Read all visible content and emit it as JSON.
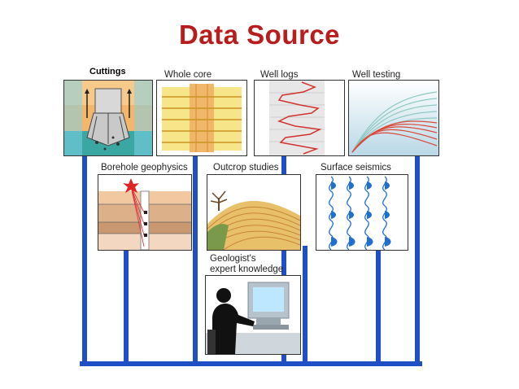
{
  "title": "Data Source",
  "colors": {
    "title": "#b81c1c",
    "pipe": "#1f4fc4"
  },
  "sources": {
    "cuttings": "Cuttings",
    "whole_core": "Whole core",
    "well_logs": "Well logs",
    "well_testing": "Well testing",
    "borehole_geophysics": "Borehole geophysics",
    "outcrop_studies": "Outcrop studies",
    "surface_seismics": "Surface seismics",
    "geologist_knowledge": "Geologist's\nexpert knowledge"
  }
}
